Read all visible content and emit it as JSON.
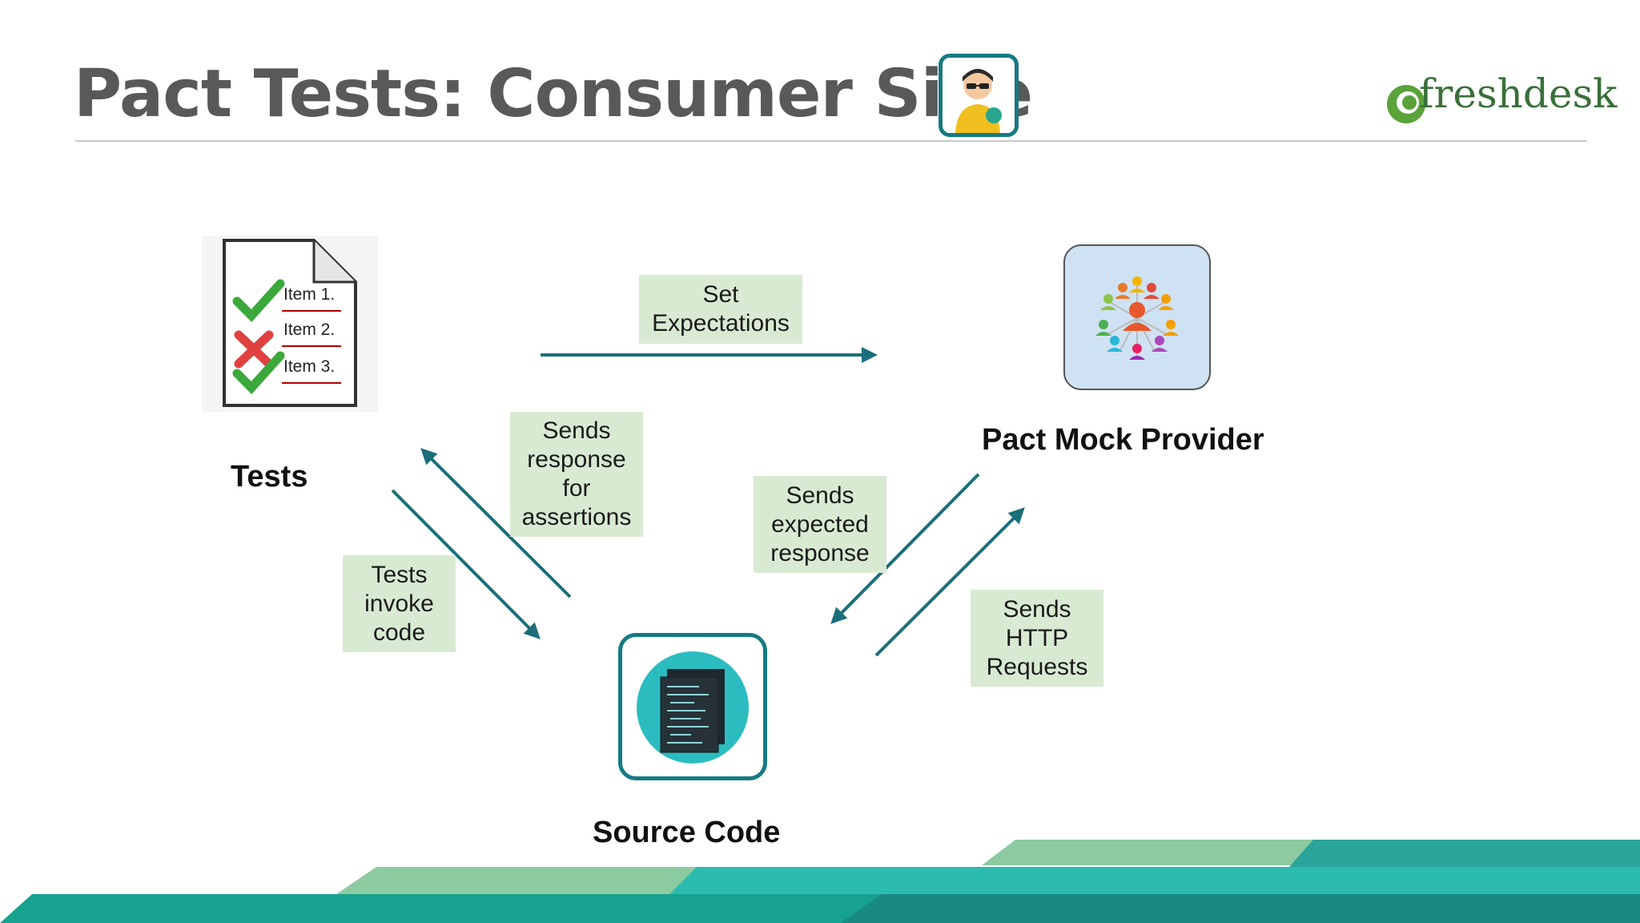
{
  "slide": {
    "title": "Pact Tests: Consumer Side",
    "logo_text": "freshdesk"
  },
  "nodes": {
    "tests": {
      "label": "Tests",
      "checklist": [
        "Item 1.",
        "Item 2.",
        "Item 3."
      ]
    },
    "mock_provider": {
      "label": "Pact Mock Provider"
    },
    "source_code": {
      "label": "Source Code"
    }
  },
  "edges": {
    "set_expectations": "Set\nExpectations",
    "sends_response_for_assertions": "Sends\nresponse\nfor\nassertions",
    "tests_invoke_code": "Tests\ninvoke\ncode",
    "sends_expected_response": "Sends\nexpected\nresponse",
    "sends_http_requests": "Sends\nHTTP\nRequests"
  },
  "colors": {
    "arrow": "#1b6f7a",
    "label_bg": "#d9ead3",
    "title": "#595959",
    "teal_dark": "#17a28f",
    "teal_light": "#2bbcae",
    "green_light": "#8ccba0"
  }
}
